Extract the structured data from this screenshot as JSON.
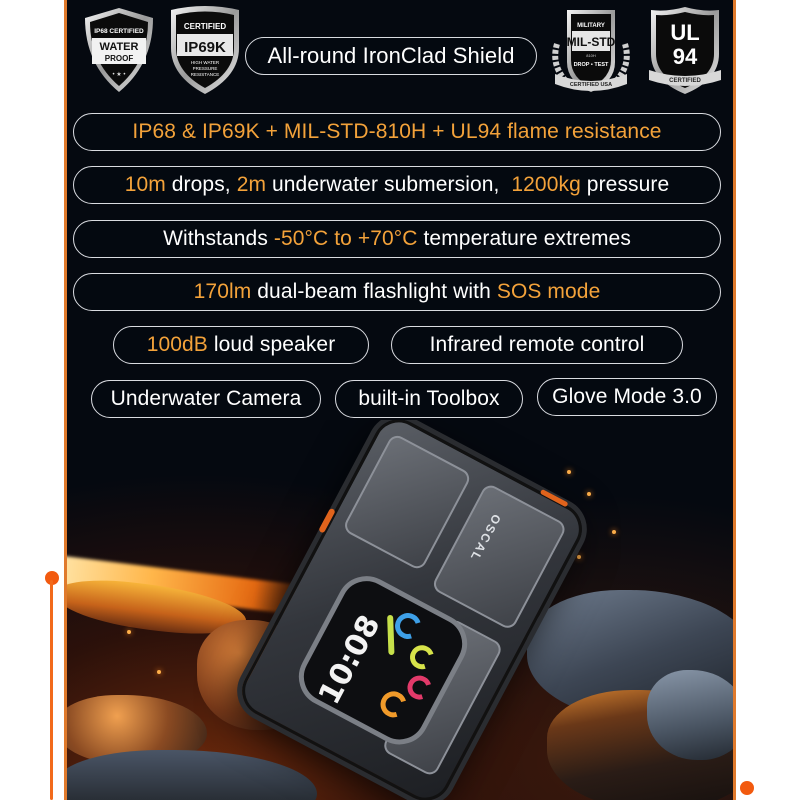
{
  "colors": {
    "background": "#ffffff",
    "panel": "#050910",
    "panel_border": "#e07a2c",
    "accent": "#f3a23a",
    "timeline": "#f25a0f",
    "pill_border": "#d9dbe0",
    "text": "#ffffff"
  },
  "badges": {
    "waterproof": {
      "top": "IP68 CERTIFIED",
      "main": "WATER",
      "sub": "PROOF"
    },
    "ip69k": {
      "top": "CERTIFIED",
      "main": "IP69K",
      "sub1": "HIGH WATER",
      "sub2": "PRESSURE",
      "sub3": "RESISTANCE"
    },
    "milstd": {
      "top": "MILITARY",
      "main": "MIL-STD",
      "code": "810H",
      "sub": "DROP • TEST",
      "ribbon": "CERTIFIED USA"
    },
    "ul94": {
      "line1": "UL",
      "line2": "94",
      "ribbon": "CERTIFIED"
    }
  },
  "headline": "All-round IronClad Shield",
  "features": {
    "certs": "IP68 & IP69K + MIL-STD-810H + UL94 flame resistance",
    "durability": {
      "drop_value": "10m",
      "drop_text": " drops, ",
      "submersion_value": "2m",
      "submersion_text": " underwater submersion,  ",
      "pressure_value": "1200kg",
      "pressure_text": " pressure"
    },
    "temperature": {
      "prefix": "Withstands ",
      "range": "-50°C to +70°C",
      "suffix": " temperature extremes"
    },
    "flashlight": {
      "lumens": "170lm",
      "middle": " dual-beam flashlight with ",
      "mode": "SOS mode"
    },
    "speaker": {
      "value": "100dB",
      "text": " loud speaker"
    },
    "infrared": "Infrared remote control",
    "camera": "Underwater Camera",
    "toolbox": "built-in Toolbox",
    "glove": "Glove Mode 3.0"
  },
  "phone": {
    "brand": "OSCAL",
    "clock": "10:08"
  }
}
